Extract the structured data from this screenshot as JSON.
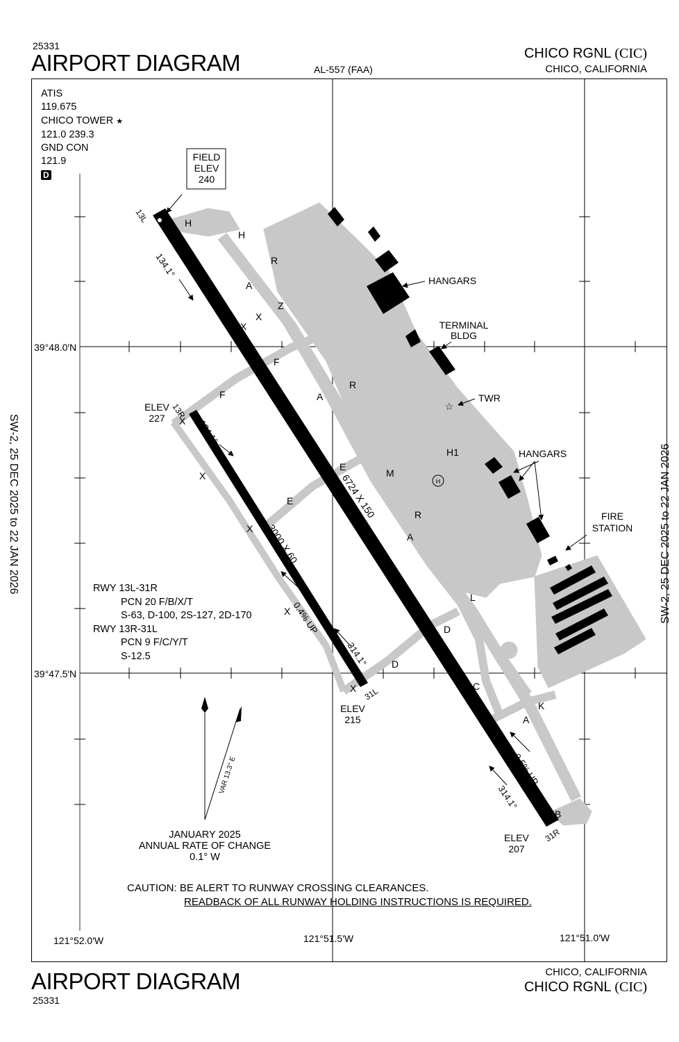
{
  "header": {
    "doc_number": "25331",
    "title": "AIRPORT DIAGRAM",
    "chart_id": "AL-557 (FAA)",
    "airport_name": "CHICO RGNL",
    "airport_code": "(CIC)",
    "location": "CHICO, CALIFORNIA"
  },
  "footer": {
    "doc_number": "25331",
    "title": "AIRPORT DIAGRAM",
    "airport_name": "CHICO RGNL",
    "airport_code": "(CIC)",
    "location": "CHICO, CALIFORNIA"
  },
  "side_labels": {
    "left": "SW-2,  25 DEC 2025  to  22 JAN 2026",
    "right": "SW-2,  25 DEC 2025  to  22 JAN 2026"
  },
  "comms": {
    "lines": [
      "ATIS",
      "119.675",
      "CHICO TOWER",
      "121.0  239.3",
      "GND CON",
      "121.9"
    ],
    "tower_star": "★",
    "d_badge": "D"
  },
  "coordinates": {
    "lat_north": "39°48.0′N",
    "lat_south": "39°47.5′N",
    "lon_west": "121°52.0′W",
    "lon_mid": "121°51.5′W",
    "lon_east": "121°51.0′W"
  },
  "field_elev": {
    "label1": "FIELD",
    "label2": "ELEV",
    "value": "240"
  },
  "runways": {
    "main": {
      "dims": "6724 X 150",
      "end_nw": "13L",
      "end_se": "31R",
      "hdg_nw": "134.1°",
      "hdg_se": "314.1°",
      "grade": "0.5% UP",
      "elev_se_label": "ELEV",
      "elev_se": "207"
    },
    "secondary": {
      "dims": "3000 X 60",
      "end_nw": "13R",
      "end_se": "31L",
      "hdg_nw": "134.1°",
      "hdg_se": "314.1°",
      "grade": "0.4% UP",
      "elev_nw_label": "ELEV",
      "elev_nw": "227",
      "elev_se_label": "ELEV",
      "elev_se": "215"
    }
  },
  "structures": {
    "hangars_1": "HANGARS",
    "terminal_1": "TERMINAL",
    "terminal_2": "BLDG",
    "twr": "TWR",
    "helipad": "H1",
    "helipad_symbol": "H",
    "hangars_2": "HANGARS",
    "fire_1": "FIRE",
    "fire_2": "STATION"
  },
  "taxiways": {
    "h1": "H",
    "h2": "H",
    "r1": "R",
    "a1": "A",
    "z": "Z",
    "x1": "X",
    "x2": "X",
    "f1": "F",
    "f2": "F",
    "a2": "A",
    "r2": "R",
    "x3": "X",
    "x4": "X",
    "e1": "E",
    "e2": "E",
    "m": "M",
    "r3": "R",
    "a3": "A",
    "x5": "X",
    "x6": "X",
    "l": "L",
    "d1": "D",
    "d2": "D",
    "x7": "X",
    "c": "C",
    "a4": "A",
    "k": "K",
    "b": "B"
  },
  "pavement": {
    "title1": "RWY 13L-31R",
    "pcn1": "PCN 20 F/B/X/T",
    "weights1": "S-63, D-100, 2S-127, 2D-170",
    "title2": "RWY 13R-31L",
    "pcn2": "PCN 9 F/C/Y/T",
    "weights2": "S-12.5"
  },
  "magnetic": {
    "var": "VAR 13.3° E",
    "line1": "JANUARY 2025",
    "line2": "ANNUAL RATE OF CHANGE",
    "line3": "0.1° W"
  },
  "caution": {
    "line1": "CAUTION: BE ALERT TO RUNWAY CROSSING CLEARANCES.",
    "line2": "READBACK OF ALL RUNWAY HOLDING INSTRUCTIONS IS REQUIRED."
  },
  "colors": {
    "pavement": "#c8c8c8",
    "runway": "#000000",
    "ink": "#000000"
  }
}
